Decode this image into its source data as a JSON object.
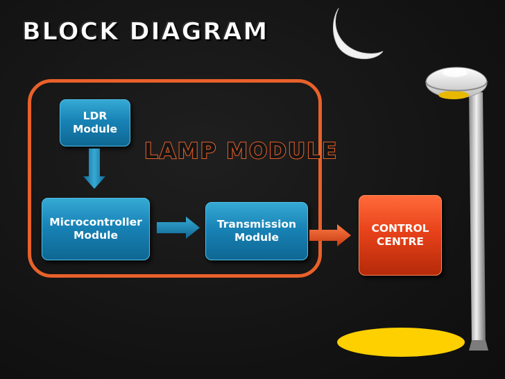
{
  "slide": {
    "title": "BLOCK DIAGRAM"
  },
  "lamp_module": {
    "label": "LAMP MODULE",
    "frame_color": "#e8612a"
  },
  "blocks": {
    "ldr": "LDR\nModule",
    "microcontroller": "Microcontroller\nModule",
    "transmission": "Transmission\nModule",
    "control_centre": "CONTROL\nCENTRE"
  },
  "colors": {
    "background": "#141414",
    "module_block": "#1883b6",
    "control_block": "#e8421a",
    "title_text": "#ffffff",
    "light": "#ffd000"
  },
  "decorations": {
    "moon": "crescent-moon-icon",
    "streetlight": "street-lamp-icon"
  }
}
